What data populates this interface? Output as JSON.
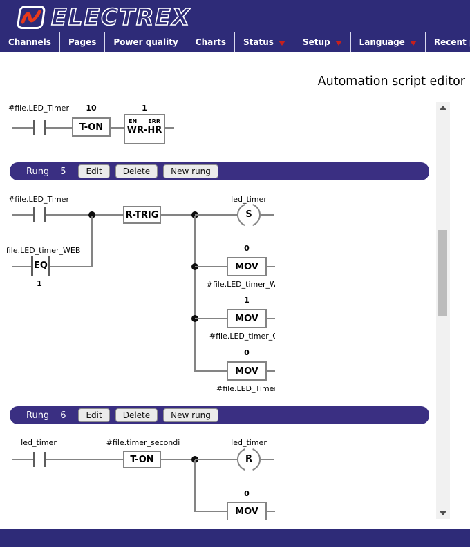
{
  "brand": "ELECTREX",
  "nav": {
    "items": [
      {
        "label": "Channels"
      },
      {
        "label": "Pages"
      },
      {
        "label": "Power quality"
      },
      {
        "label": "Charts"
      },
      {
        "label": "Status"
      },
      {
        "label": "Setup"
      },
      {
        "label": "Language"
      },
      {
        "label": "Recent pages"
      }
    ]
  },
  "page_title": "Automation script editor",
  "ladder_top": {
    "contact_label": "#file.LED_Timer",
    "ton_value": "10",
    "ton_label": "T-ON",
    "wrhr_value": "1",
    "wrhr_en": "EN",
    "wrhr_err": "ERR",
    "wrhr_label": "WR-HR"
  },
  "rung5": {
    "label": "Rung",
    "number": "5",
    "buttons": {
      "edit": "Edit",
      "del": "Delete",
      "new_rung": "New rung"
    },
    "contact_label": "#file.LED_Timer",
    "rtrig_label": "R-TRIG",
    "set_coil": {
      "label": "led_timer",
      "symbol": "S"
    },
    "eq": {
      "label": "#file.LED_timer_WEB",
      "symbol": "EQ",
      "value": "1"
    },
    "mov_web": {
      "value": "0",
      "label": "MOV",
      "target": "#file.LED_timer_WEB"
    },
    "mov_on": {
      "value": "1",
      "label": "MOV",
      "target": "#file.LED_timer_ON"
    },
    "mov_timer": {
      "value": "0",
      "label": "MOV",
      "target": "#file.LED_Timer"
    }
  },
  "rung6": {
    "label": "Rung",
    "number": "6",
    "buttons": {
      "edit": "Edit",
      "del": "Delete",
      "new_rung": "New rung"
    },
    "contact_label": "led_timer",
    "ton_top_label": "#file.timer_secondi",
    "ton_label": "T-ON",
    "reset_coil": {
      "label": "led_timer",
      "symbol": "R"
    },
    "mov": {
      "value": "0",
      "label": "MOV"
    }
  },
  "colors": {
    "navy": "#2e2b78",
    "rung_bar": "#3a2f82",
    "accent_red": "#c6201d",
    "wire_gray": "#848484"
  }
}
